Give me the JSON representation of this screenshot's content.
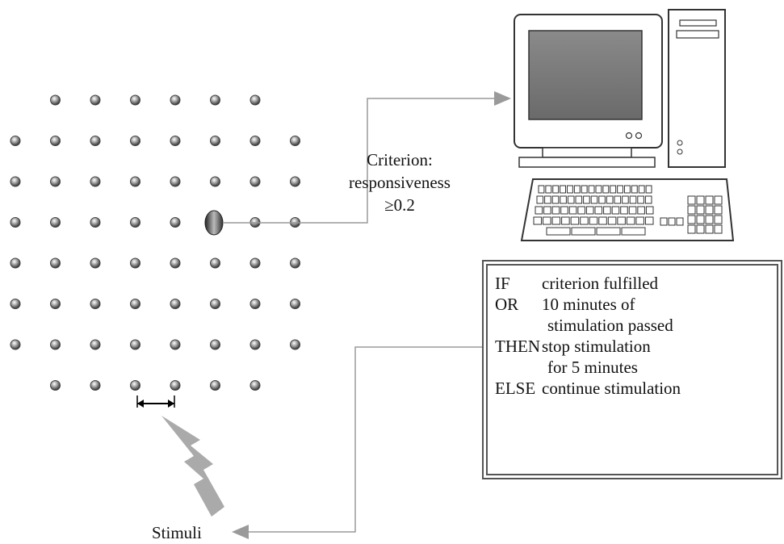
{
  "criterion": {
    "line1": "Criterion:",
    "line2": "responsiveness",
    "line3": "≥0.2"
  },
  "rules": [
    {
      "keyword": "IF",
      "text": "criterion fulfilled"
    },
    {
      "keyword": "OR",
      "text": "10 minutes of"
    },
    {
      "keyword": "",
      "text": "stimulation passed"
    },
    {
      "keyword": "THEN",
      "text": "stop stimulation"
    },
    {
      "keyword": "",
      "text": "for 5 minutes"
    },
    {
      "keyword": "ELSE",
      "text": "continue stimulation"
    }
  ],
  "stimuli_label": "Stimuli",
  "colors": {
    "arrow": "#9a9a9a",
    "electrode": "#444444",
    "highlight_electrode": "#555555",
    "monitor_screen": "#7a7a7a"
  },
  "electrode_grid": {
    "rows": 8,
    "cols": 8,
    "missing_corners": true,
    "highlighted": {
      "row": 3,
      "col": 5
    }
  }
}
